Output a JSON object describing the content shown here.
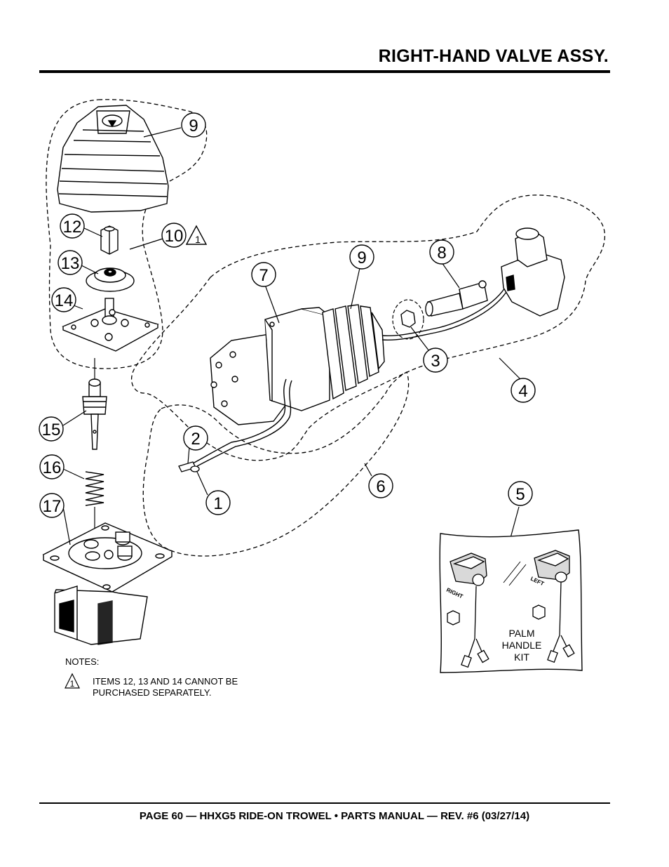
{
  "header": {
    "title": "RIGHT-HAND VALVE ASSY."
  },
  "footer": {
    "text": "PAGE 60 — HHXG5 RIDE-ON TROWEL • PARTS MANUAL — REV. #6 (03/27/14)"
  },
  "callouts": {
    "c9a": "9",
    "c12": "12",
    "c10": "10",
    "c10_note": "1",
    "c13": "13",
    "c14": "14",
    "c15": "15",
    "c16": "16",
    "c17": "17",
    "c7": "7",
    "c9b": "9",
    "c8": "8",
    "c3": "3",
    "c4": "4",
    "c2": "2",
    "c6": "6",
    "c1": "1",
    "c5": "5"
  },
  "notes": {
    "heading": "NOTES:",
    "marker": "1",
    "text": "ITEMS 12, 13 AND 14 CANNOT BE PURCHASED SEPARATELY."
  },
  "kit": {
    "label_line1": "PALM",
    "label_line2": "HANDLE",
    "label_line3": "KIT",
    "right_tag": "RIGHT",
    "left_tag": "LEFT"
  }
}
